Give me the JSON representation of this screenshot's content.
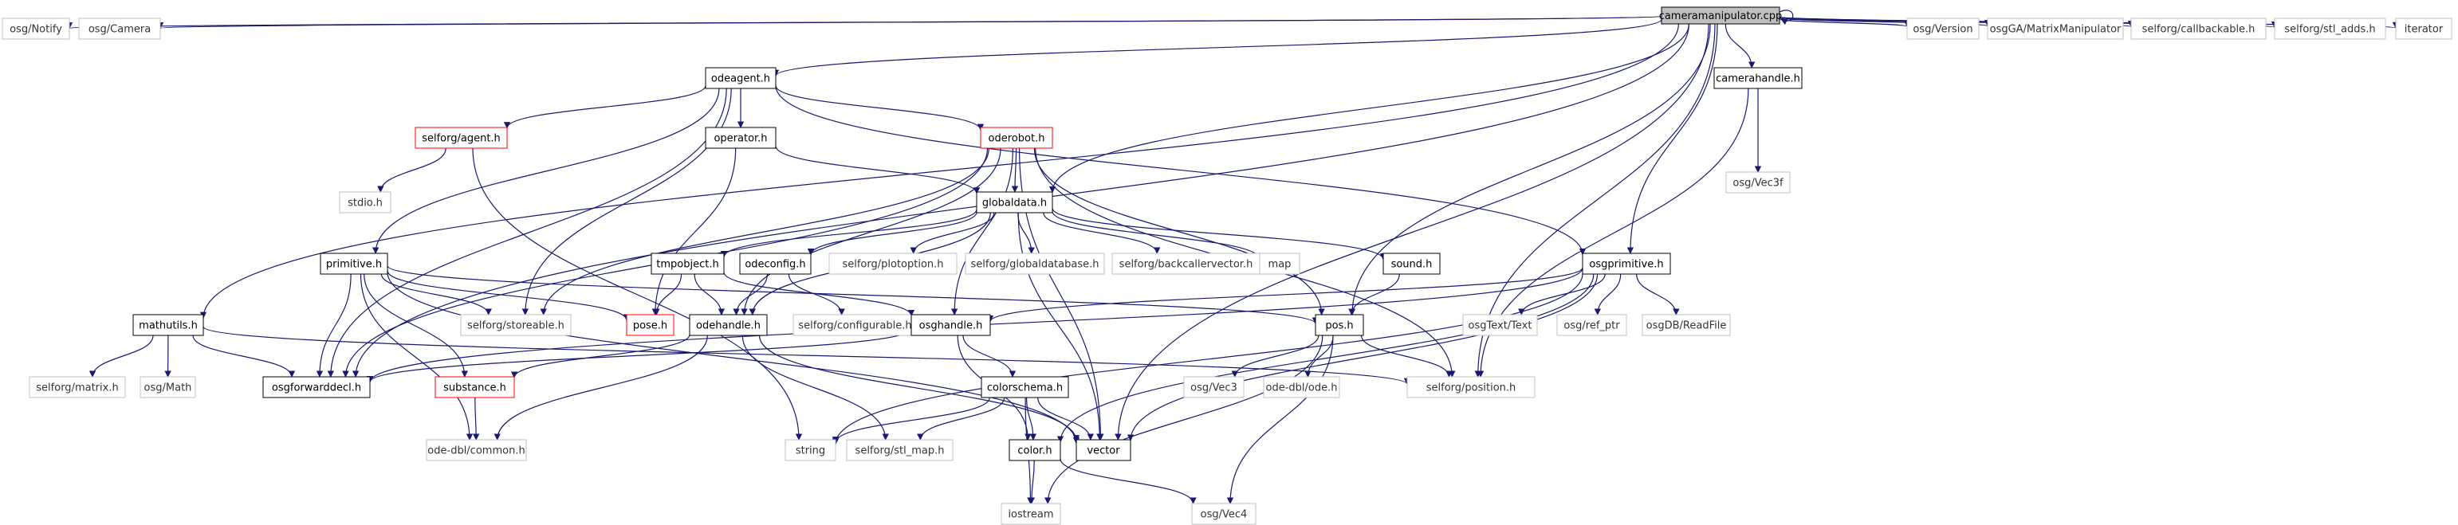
{
  "diagram": {
    "nodes": [
      {
        "id": "root",
        "label": "cameramanipulator.cpp",
        "style": "root"
      },
      {
        "id": "osg_notify",
        "label": "osg/Notify",
        "style": "ext"
      },
      {
        "id": "osg_camera",
        "label": "osg/Camera",
        "style": "ext"
      },
      {
        "id": "odeagent",
        "label": "odeagent.h",
        "style": "doc"
      },
      {
        "id": "camerahandle",
        "label": "camerahandle.h",
        "style": "doc"
      },
      {
        "id": "osg_version",
        "label": "osg/Version",
        "style": "ext"
      },
      {
        "id": "osgga_mm",
        "label": "osgGA/MatrixManipulator",
        "style": "ext"
      },
      {
        "id": "callbackable",
        "label": "selforg/callbackable.h",
        "style": "ext"
      },
      {
        "id": "stl_adds",
        "label": "selforg/stl_adds.h",
        "style": "ext"
      },
      {
        "id": "iterator",
        "label": "iterator",
        "style": "ext"
      },
      {
        "id": "selforg_agent",
        "label": "selforg/agent.h",
        "style": "trunc"
      },
      {
        "id": "operator",
        "label": "operator.h",
        "style": "doc"
      },
      {
        "id": "oderobot",
        "label": "oderobot.h",
        "style": "trunc"
      },
      {
        "id": "osg_vec3f",
        "label": "osg/Vec3f",
        "style": "ext"
      },
      {
        "id": "stdio",
        "label": "stdio.h",
        "style": "ext"
      },
      {
        "id": "globaldata",
        "label": "globaldata.h",
        "style": "doc"
      },
      {
        "id": "primitive",
        "label": "primitive.h",
        "style": "doc"
      },
      {
        "id": "tmpobject",
        "label": "tmpobject.h",
        "style": "doc"
      },
      {
        "id": "odeconfig",
        "label": "odeconfig.h",
        "style": "doc"
      },
      {
        "id": "plotoption",
        "label": "selforg/plotoption.h",
        "style": "ext"
      },
      {
        "id": "globaldatabase",
        "label": "selforg/globaldatabase.h",
        "style": "ext"
      },
      {
        "id": "backcaller",
        "label": "selforg/backcallervector.h",
        "style": "ext"
      },
      {
        "id": "map",
        "label": "map",
        "style": "ext"
      },
      {
        "id": "sound",
        "label": "sound.h",
        "style": "doc"
      },
      {
        "id": "osgprimitive",
        "label": "osgprimitive.h",
        "style": "doc"
      },
      {
        "id": "mathutils",
        "label": "mathutils.h",
        "style": "doc"
      },
      {
        "id": "storeable",
        "label": "selforg/storeable.h",
        "style": "ext"
      },
      {
        "id": "pose",
        "label": "pose.h",
        "style": "trunc"
      },
      {
        "id": "odehandle",
        "label": "odehandle.h",
        "style": "doc"
      },
      {
        "id": "configurable",
        "label": "selforg/configurable.h",
        "style": "ext"
      },
      {
        "id": "osghandle",
        "label": "osghandle.h",
        "style": "doc"
      },
      {
        "id": "pos",
        "label": "pos.h",
        "style": "doc"
      },
      {
        "id": "osgtext",
        "label": "osgText/Text",
        "style": "ext"
      },
      {
        "id": "ref_ptr",
        "label": "osg/ref_ptr",
        "style": "ext"
      },
      {
        "id": "readfile",
        "label": "osgDB/ReadFile",
        "style": "ext"
      },
      {
        "id": "matrix",
        "label": "selforg/matrix.h",
        "style": "ext"
      },
      {
        "id": "osg_math",
        "label": "osg/Math",
        "style": "ext"
      },
      {
        "id": "osgforwarddecl",
        "label": "osgforwarddecl.h",
        "style": "doc"
      },
      {
        "id": "substance",
        "label": "substance.h",
        "style": "trunc"
      },
      {
        "id": "colorschema",
        "label": "colorschema.h",
        "style": "doc"
      },
      {
        "id": "osg_vec3",
        "label": "osg/Vec3",
        "style": "ext"
      },
      {
        "id": "ode_ode",
        "label": "ode-dbl/ode.h",
        "style": "ext"
      },
      {
        "id": "position",
        "label": "selforg/position.h",
        "style": "ext"
      },
      {
        "id": "ode_common",
        "label": "ode-dbl/common.h",
        "style": "ext"
      },
      {
        "id": "string",
        "label": "string",
        "style": "ext"
      },
      {
        "id": "stl_map",
        "label": "selforg/stl_map.h",
        "style": "ext"
      },
      {
        "id": "color",
        "label": "color.h",
        "style": "doc"
      },
      {
        "id": "vector",
        "label": "vector",
        "style": "doc"
      },
      {
        "id": "iostream",
        "label": "iostream",
        "style": "ext"
      },
      {
        "id": "osg_vec4",
        "label": "osg/Vec4",
        "style": "ext"
      }
    ],
    "edges": [
      [
        "root",
        "osg_notify"
      ],
      [
        "root",
        "osg_camera"
      ],
      [
        "root",
        "odeagent"
      ],
      [
        "root",
        "camerahandle"
      ],
      [
        "root",
        "osg_version"
      ],
      [
        "root",
        "osgga_mm"
      ],
      [
        "root",
        "callbackable"
      ],
      [
        "root",
        "stl_adds"
      ],
      [
        "root",
        "iterator"
      ],
      [
        "root",
        "mathutils"
      ],
      [
        "root",
        "osgforwarddecl"
      ],
      [
        "root",
        "globaldata"
      ],
      [
        "root",
        "osgprimitive"
      ],
      [
        "root",
        "pos"
      ],
      [
        "root",
        "position"
      ],
      [
        "root",
        "vector"
      ],
      [
        "root",
        "root"
      ],
      [
        "odeagent",
        "selforg_agent"
      ],
      [
        "odeagent",
        "operator"
      ],
      [
        "odeagent",
        "oderobot"
      ],
      [
        "odeagent",
        "primitive"
      ],
      [
        "odeagent",
        "storeable"
      ],
      [
        "odeagent",
        "osgforwarddecl"
      ],
      [
        "odeagent",
        "osgprimitive"
      ],
      [
        "selforg_agent",
        "stdio"
      ],
      [
        "selforg_agent",
        "string"
      ],
      [
        "operator",
        "globaldata"
      ],
      [
        "operator",
        "pose"
      ],
      [
        "oderobot",
        "globaldata"
      ],
      [
        "oderobot",
        "odehandle"
      ],
      [
        "oderobot",
        "osgforwarddecl"
      ],
      [
        "oderobot",
        "storeable"
      ],
      [
        "oderobot",
        "pos"
      ],
      [
        "oderobot",
        "osghandle"
      ],
      [
        "oderobot",
        "vector"
      ],
      [
        "oderobot",
        "position"
      ],
      [
        "camerahandle",
        "osg_vec3f"
      ],
      [
        "camerahandle",
        "position"
      ],
      [
        "globaldata",
        "tmpobject"
      ],
      [
        "globaldata",
        "odeconfig"
      ],
      [
        "globaldata",
        "plotoption"
      ],
      [
        "globaldata",
        "globaldatabase"
      ],
      [
        "globaldata",
        "backcaller"
      ],
      [
        "globaldata",
        "map"
      ],
      [
        "globaldata",
        "sound"
      ],
      [
        "globaldata",
        "odehandle"
      ],
      [
        "globaldata",
        "vector"
      ],
      [
        "tmpobject",
        "pose"
      ],
      [
        "tmpobject",
        "odehandle"
      ],
      [
        "tmpobject",
        "osghandle"
      ],
      [
        "odeconfig",
        "configurable"
      ],
      [
        "odeconfig",
        "odehandle"
      ],
      [
        "sound",
        "pos"
      ],
      [
        "primitive",
        "storeable"
      ],
      [
        "primitive",
        "osgforwarddecl"
      ],
      [
        "primitive",
        "substance"
      ],
      [
        "primitive",
        "pos"
      ],
      [
        "primitive",
        "pose"
      ],
      [
        "primitive",
        "ode_common"
      ],
      [
        "primitive",
        "vector"
      ],
      [
        "osgprimitive",
        "osghandle"
      ],
      [
        "osgprimitive",
        "osgtext"
      ],
      [
        "osgprimitive",
        "ref_ptr"
      ],
      [
        "osgprimitive",
        "readfile"
      ],
      [
        "osgprimitive",
        "osgforwarddecl"
      ],
      [
        "osgprimitive",
        "vector"
      ],
      [
        "osgprimitive",
        "string"
      ],
      [
        "osgprimitive",
        "color"
      ],
      [
        "mathutils",
        "matrix"
      ],
      [
        "mathutils",
        "osg_math"
      ],
      [
        "mathutils",
        "osgforwarddecl"
      ],
      [
        "mathutils",
        "position"
      ],
      [
        "odehandle",
        "substance"
      ],
      [
        "odehandle",
        "ode_common"
      ],
      [
        "odehandle",
        "stl_map"
      ],
      [
        "odehandle",
        "vector"
      ],
      [
        "osghandle",
        "colorschema"
      ],
      [
        "osghandle",
        "color"
      ],
      [
        "osghandle",
        "osgforwarddecl"
      ],
      [
        "pos",
        "osg_vec3"
      ],
      [
        "pos",
        "ode_ode"
      ],
      [
        "pos",
        "position"
      ],
      [
        "pos",
        "iostream"
      ],
      [
        "pos",
        "osg_vec4"
      ],
      [
        "substance",
        "ode_common"
      ],
      [
        "colorschema",
        "string"
      ],
      [
        "colorschema",
        "stl_map"
      ],
      [
        "colorschema",
        "color"
      ],
      [
        "colorschema",
        "vector"
      ],
      [
        "colorschema",
        "iostream"
      ],
      [
        "color",
        "iostream"
      ],
      [
        "color",
        "osg_vec4"
      ]
    ],
    "colors": {
      "edge": "#191970",
      "root_fill": "#bfbfbf",
      "doc_border": "#000000",
      "ext_border": "#bfbfbf",
      "ext_text": "#333333",
      "trunc_border": "#ff0000"
    }
  }
}
